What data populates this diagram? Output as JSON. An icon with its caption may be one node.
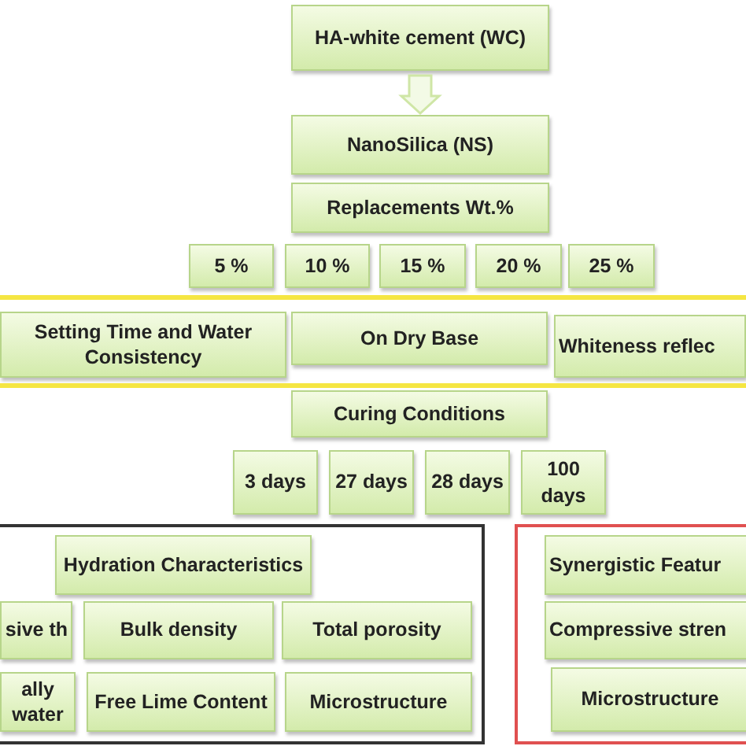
{
  "diagram": {
    "nodes": [
      {
        "text": [
          "HA-white cement (WC)"
        ]
      },
      {
        "text": [
          "NanoSilica (NS)"
        ]
      },
      {
        "text": [
          "Replacements Wt.%"
        ]
      },
      {
        "text": [
          "5 %"
        ]
      },
      {
        "text": [
          "10 %"
        ]
      },
      {
        "text": [
          "15 %"
        ]
      },
      {
        "text": [
          "20 %"
        ]
      },
      {
        "text": [
          "25 %"
        ]
      },
      {
        "text": [
          "Setting Time and Water Consistency"
        ]
      },
      {
        "text": [
          "On Dry Base"
        ]
      },
      {
        "text": [
          "Whiteness reflec"
        ]
      },
      {
        "text": [
          "Curing Conditions"
        ]
      },
      {
        "text": [
          "3 days"
        ]
      },
      {
        "text": [
          "27 days"
        ]
      },
      {
        "text": [
          "28 days"
        ]
      },
      {
        "text": [
          "100 days"
        ]
      },
      {
        "text": [],
        "shape": "box"
      },
      {
        "text": [
          "Hydration Characteristics"
        ],
        "in": 16
      },
      {
        "text": [
          "sive th"
        ],
        "in": 16
      },
      {
        "text": [
          "Bulk density"
        ],
        "in": 16
      },
      {
        "text": [
          "Total porosity"
        ],
        "in": 16
      },
      {
        "text": [
          "ally water"
        ],
        "in": 16
      },
      {
        "text": [
          "Free Lime Content"
        ],
        "in": 16
      },
      {
        "text": [
          "Microstructure"
        ],
        "in": 16
      },
      {
        "text": [],
        "shape": "box"
      },
      {
        "text": [
          "Synergistic Featur"
        ],
        "in": 24
      },
      {
        "text": [
          "Compressive stren"
        ],
        "in": 24
      },
      {
        "text": [
          "Microstructure"
        ],
        "in": 24
      }
    ],
    "edges": [
      {
        "from": 0,
        "to": 1,
        "arrow": "to"
      }
    ]
  }
}
